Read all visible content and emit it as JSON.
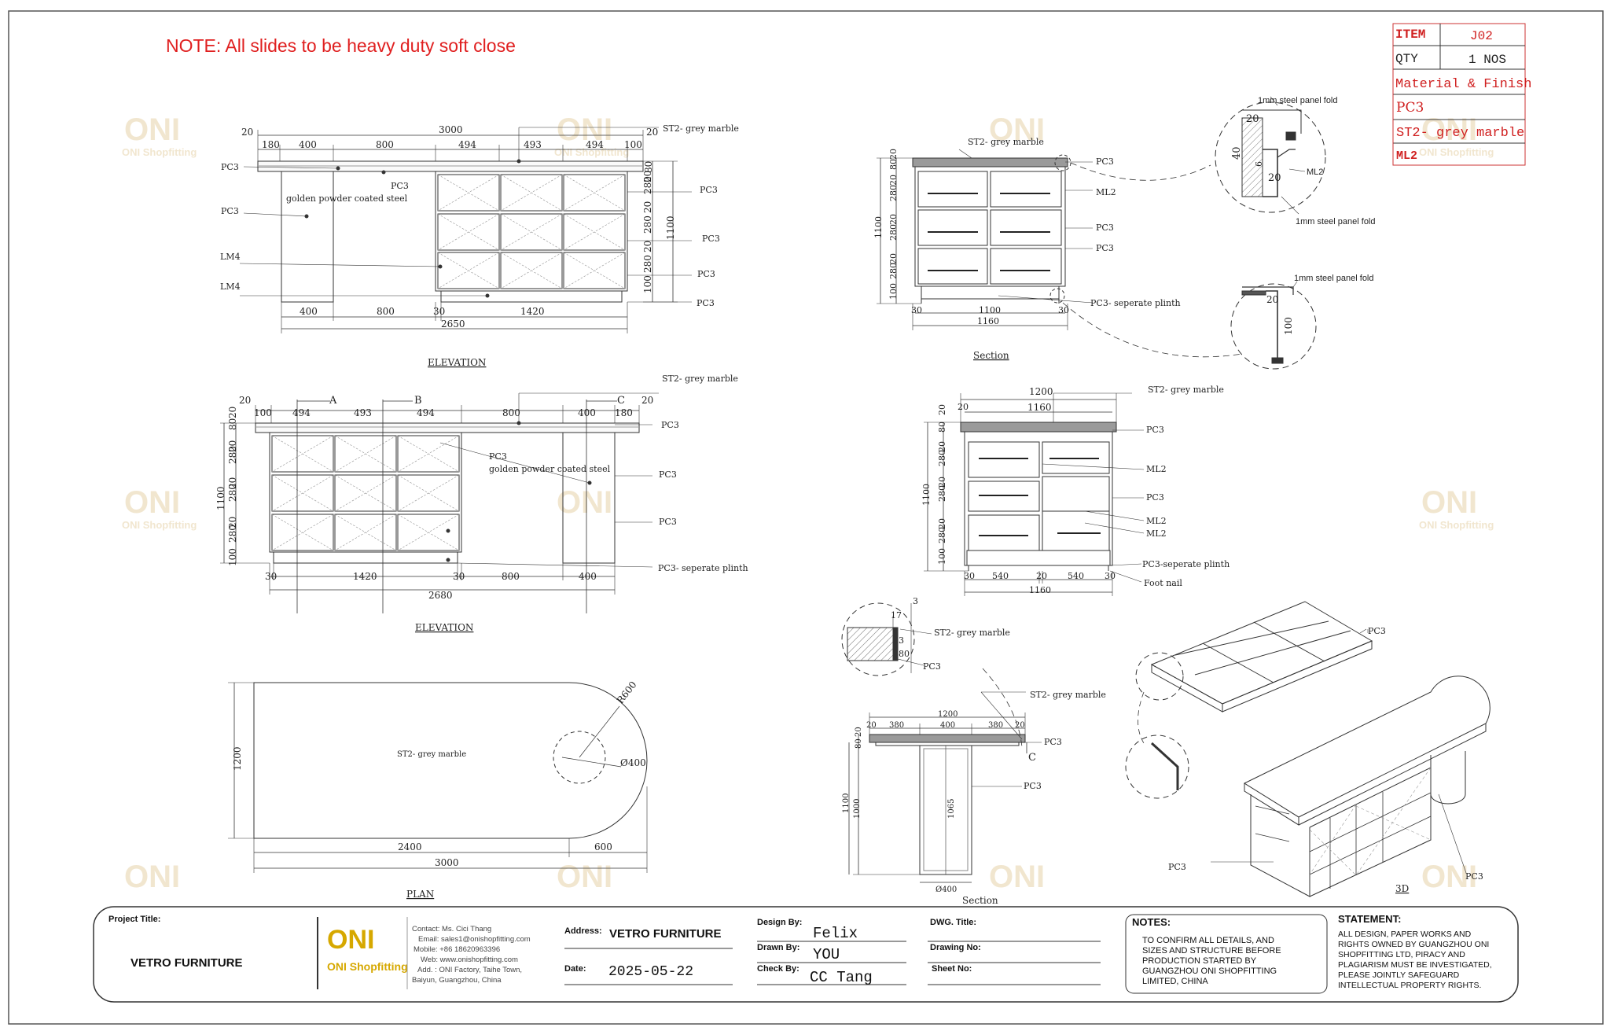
{
  "note": "NOTE: All slides to be heavy duty soft close",
  "watermark": "ONI",
  "watermark_sub": "ONI Shopfitting",
  "item_table": {
    "item_label": "ITEM",
    "item_value": "J02",
    "qty_label": "QTY",
    "qty_value": "1 NOS",
    "material_label": "Material & Finish",
    "materials": [
      "PC3",
      "ST2- grey marble",
      "ML2"
    ]
  },
  "view_titles": {
    "elevation1": "ELEVATION",
    "elevation2": "ELEVATION",
    "plan": "PLAN",
    "section1": "Section",
    "section2": "Section",
    "iso": "3D"
  },
  "callouts": {
    "st2": "ST2- grey marble",
    "pc3": "PC3",
    "lm4": "LM4",
    "ml2": "ML2",
    "golden": "golden powder coated steel",
    "plinth": "PC3- seperate plinth",
    "plinth2": "PC3-seperate plinth",
    "foot": "Foot nail",
    "steel_fold": "1mm steel panel fold",
    "sec_a": "A",
    "sec_b": "B",
    "sec_c": "C"
  },
  "dims": {
    "e1_top": [
      "20",
      "180",
      "400",
      "800",
      "494",
      "493",
      "494",
      "100",
      "20"
    ],
    "e1_total": "3000",
    "e1_bottom": [
      "400",
      "800",
      "30",
      "1420"
    ],
    "e1_bottom_total": "2650",
    "e1_right": [
      "80",
      "20",
      "280",
      "20",
      "280",
      "20",
      "280",
      "100"
    ],
    "e1_height": "1100",
    "e2_top": [
      "20",
      "100",
      "494",
      "493",
      "494",
      "800",
      "400",
      "180",
      "20"
    ],
    "e2_bottom": [
      "30",
      "1420",
      "30",
      "800",
      "400"
    ],
    "e2_bottom_total": "2680",
    "e2_left": [
      "20",
      "80",
      "20",
      "280",
      "20",
      "280",
      "20",
      "280",
      "100"
    ],
    "e2_height": "1100",
    "plan": {
      "r": "R600",
      "dia": "Ø400",
      "depth": "1200",
      "a": "2400",
      "b": "600",
      "total": "3000"
    },
    "s1_left": [
      "20",
      "80",
      "20",
      "280",
      "20",
      "280",
      "20",
      "280",
      "100"
    ],
    "s1_height": "1100",
    "s1_bottom": [
      "30",
      "1100",
      "30"
    ],
    "s1_total": "1160",
    "s2_top": "1200",
    "s2_top2": "1160",
    "s2_left": [
      "20",
      "80",
      "20",
      "280",
      "20",
      "280",
      "20",
      "280",
      "100"
    ],
    "s2_height": "1100",
    "s2_bottom": [
      "30",
      "540",
      "20",
      "540",
      "30"
    ],
    "s2_total": "1160",
    "detail_20": "20",
    "detail_40": "40",
    "detail_6": "6",
    "detail_100": "100",
    "small": [
      "3",
      "17",
      "3",
      "80"
    ],
    "s3_top": [
      "20",
      "380",
      "400",
      "380",
      "20"
    ],
    "s3_total": "1200",
    "s3_left": [
      "20",
      "80"
    ],
    "s3_height": "1100",
    "s3_inner": "1000",
    "s3_col": "1065",
    "s3_dia": "Ø400"
  },
  "title_block": {
    "project_label": "Project Title:",
    "project": "VETRO FURNITURE",
    "logo": "ONI",
    "logo_sub": "ONI Shopfitting",
    "contact": [
      "Contact:  Ms. Cici Thang",
      "Email: sales1@onishopfitting.com",
      "Mobile:  +86 18620963396",
      "Web: www.onishopfitting.com",
      "Add. : ONI Factory, Taihe Town,",
      "Baiyun, Guangzhou, China"
    ],
    "address_label": "Address:",
    "address": "VETRO FURNITURE",
    "date_label": "Date:",
    "date": "2025-05-22",
    "design_label": "Design By:",
    "design": "Felix",
    "drawn_label": "Drawn By:",
    "drawn": "YOU",
    "check_label": "Check By:",
    "check": "CC Tang",
    "dwg_label": "DWG. Title:",
    "drawing_label": "Drawing No:",
    "sheet_label": "Sheet No:",
    "notes_label": "NOTES:",
    "notes": [
      "TO CONFIRM ALL DETAILS, AND",
      "SIZES AND STRUCTURE BEFORE",
      "PRODUCTION STARTED BY",
      "GUANGZHOU ONI SHOPFITTING",
      "LIMITED, CHINA"
    ],
    "statement_label": "STATEMENT:",
    "statement": [
      "ALL DESIGN, PAPER WORKS AND",
      "RIGHTS OWNED BY GUANGZHOU ONI",
      "SHOPFITTING LTD, PIRACY AND",
      "PLAGIARISM MUST BE INVESTIGATED,",
      "PLEASE JOINTLY SAFEGUARD",
      "INTELLECTUAL PROPERTY RIGHTS."
    ]
  }
}
